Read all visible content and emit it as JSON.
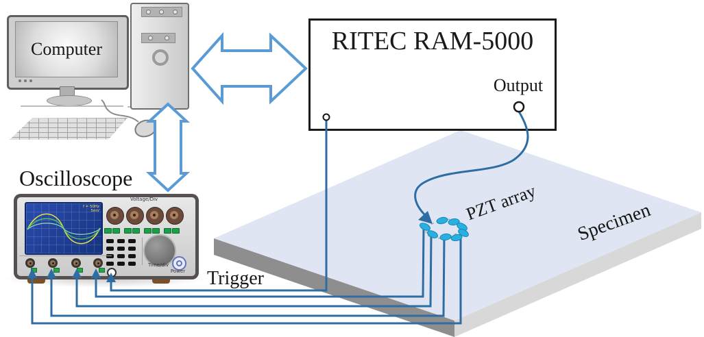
{
  "labels": {
    "computer": "Computer",
    "oscilloscope": "Oscilloscope",
    "ritec_title": "RITEC RAM-5000",
    "output": "Output",
    "trigger": "Trigger",
    "pzt_array": "PZT array",
    "specimen": "Specimen"
  },
  "oscilloscope_panel": {
    "voltage_div": "Voltage/Div",
    "time_div": "Time/div",
    "power": "Power",
    "screen_readout_1": "f = 50Hz",
    "screen_readout_2": "5mV"
  },
  "colors": {
    "wire": "#2d6da3",
    "bus_arrow": "#5b9bd5",
    "pzt_dot": "#29b0e0",
    "pzt_dot_edge": "#1686b8",
    "plate_top": "#dfe5f2",
    "plate_side_dark": "#8e8e8e",
    "plate_side_light": "#d8d8d8"
  }
}
